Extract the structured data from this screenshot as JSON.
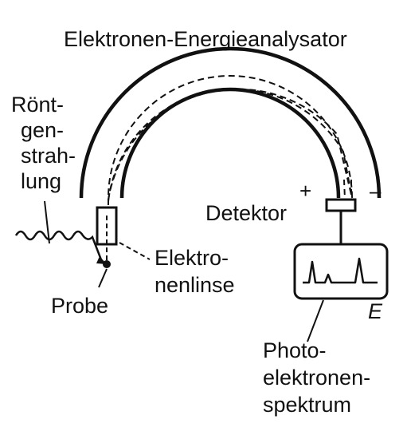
{
  "title": "Elektronen-Energieanalysator",
  "labels": {
    "roentgen": [
      "Rönt-",
      "gen-",
      "strah-",
      "lung"
    ],
    "detector": "Detektor",
    "plus": "+",
    "minus": "–",
    "lens": [
      "Elektro-",
      "nenlinse"
    ],
    "sample": "Probe",
    "energy": "E",
    "spectrum": [
      "Photo-",
      "elektronen-",
      "spektrum"
    ]
  },
  "colors": {
    "ink": "#111111",
    "background": "#ffffff"
  }
}
